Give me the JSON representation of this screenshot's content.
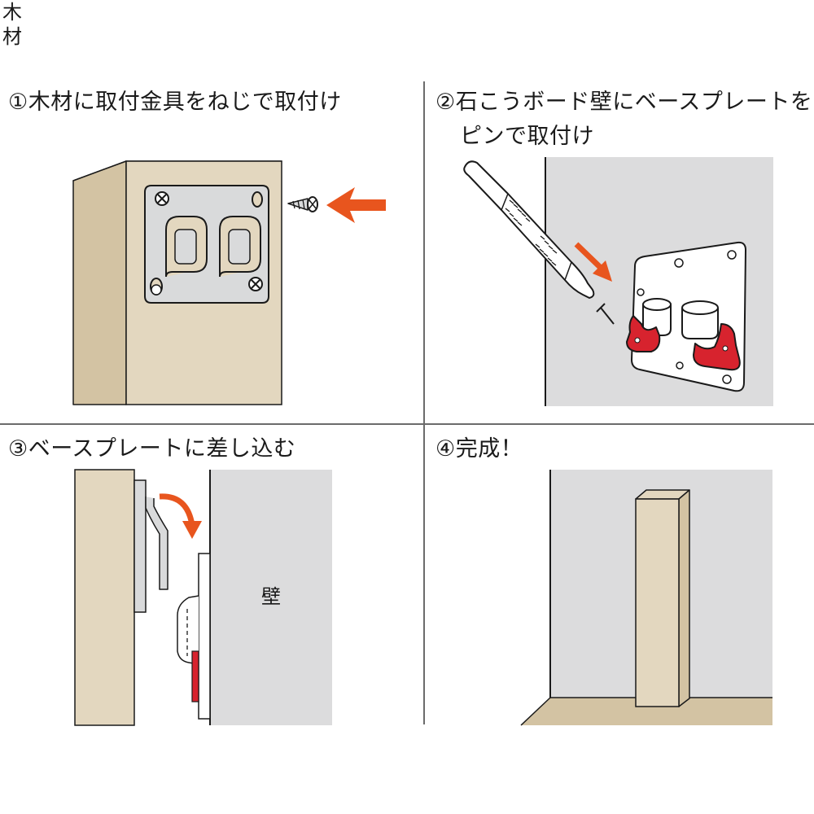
{
  "steps": {
    "step1": {
      "title": "①木材に取付金具をねじで取付け"
    },
    "step2": {
      "title_line1": "②石こうボード壁にベースプレートを",
      "title_line2": "ピンで取付け"
    },
    "step3": {
      "title": "③ベースプレートに差し込む",
      "wood_label_1": "木",
      "wood_label_2": "材",
      "wall_label": "壁"
    },
    "step4": {
      "title": "④完成！"
    }
  },
  "colors": {
    "wood": "#e3d7bf",
    "wood_side": "#d3c3a3",
    "wall": "#dcdcdd",
    "plate": "#d9dadb",
    "arrow": "#e8551e",
    "red_part": "#d7232e",
    "outline": "#1a1a1a"
  },
  "icons": [
    "screw-icon",
    "arrow-icon",
    "pin-icon",
    "push-tool-icon"
  ]
}
